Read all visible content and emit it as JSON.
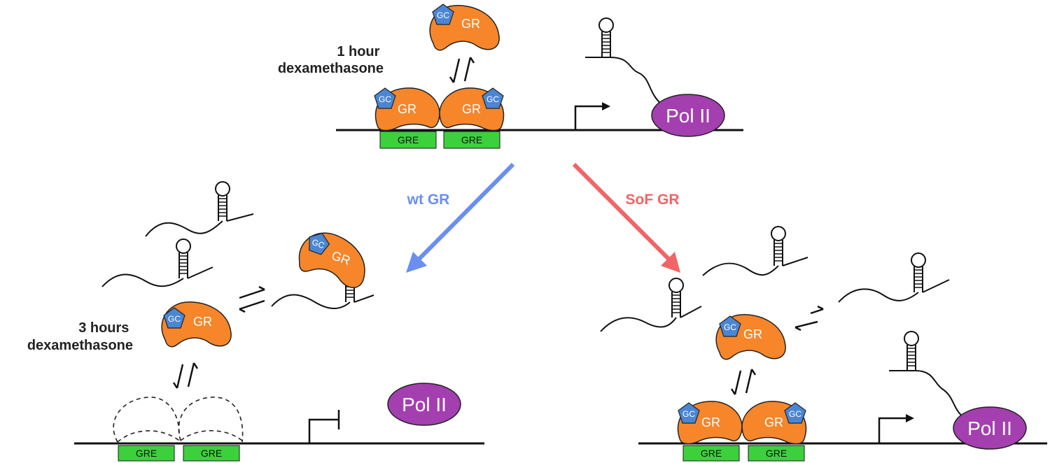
{
  "labels": {
    "top_time": [
      "1 hour",
      "dexamethasone"
    ],
    "left_time": [
      "3 hours",
      "dexamethasone"
    ],
    "wt_arrow": "wt GR",
    "sof_arrow": "SoF GR"
  },
  "elements": {
    "gr": "GR",
    "gc": "GC",
    "gre": "GRE",
    "pol": "Pol II"
  },
  "colors": {
    "gr_fill": "#F7862B",
    "gc_fill": "#4A86D4",
    "gre_fill": "#3DD03D",
    "pol_fill": "#A43FB0",
    "wt_arrow": "#6A8EF2",
    "sof_arrow": "#F26466"
  }
}
